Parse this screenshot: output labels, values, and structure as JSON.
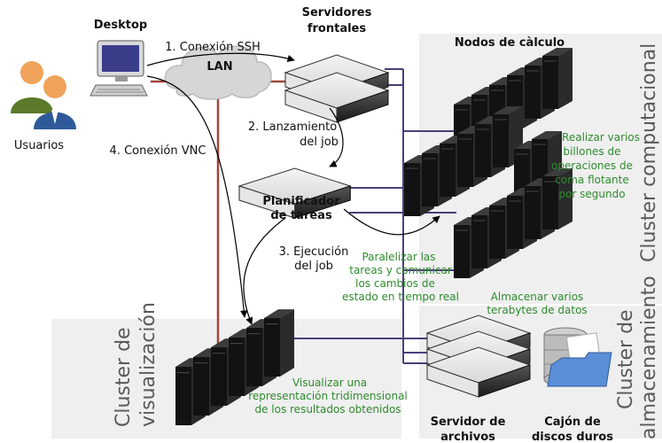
{
  "nodes": {
    "desktop": "Desktop",
    "users": "Usuarios",
    "lan": "LAN",
    "front_servers": [
      "Servidores",
      "frontales"
    ],
    "scheduler": [
      "Planificador",
      "de tareas"
    ],
    "compute_nodes": "Nodos de càlculo",
    "file_server": [
      "Servidor de",
      "archivos"
    ],
    "disk_array": [
      "Cajón de",
      "discos duros"
    ]
  },
  "edges": {
    "ssh": "1. Conexión SSH",
    "launch": [
      "2. Lanzamiento",
      "del job"
    ],
    "exec": [
      "3. Ejecución",
      "del job"
    ],
    "vnc": "4. Conexión VNC"
  },
  "clusters": {
    "compute": "Cluster computacional",
    "storage": [
      "Cluster de",
      "almacenamiento"
    ],
    "visual": [
      "Cluster de",
      "visualización"
    ]
  },
  "notes": {
    "billions": [
      "Realizar varios",
      "billones de",
      "operaciones de",
      "coma flotante",
      "por segundo"
    ],
    "parallel": [
      "Paralelizar las",
      "tareas y comunicar",
      "los cambios de",
      "estado en tiempo real"
    ],
    "terabytes": [
      "Almacenar varios",
      "terabytes de datos"
    ],
    "visualize": [
      "Visualizar una",
      "representación tridimensional",
      "de los resultados obtenidos"
    ]
  },
  "colors": {
    "link_red": "#a0463a",
    "link_blue": "#4a3f7a",
    "panel": "#efefef",
    "note_green": "#2e8b2e"
  }
}
